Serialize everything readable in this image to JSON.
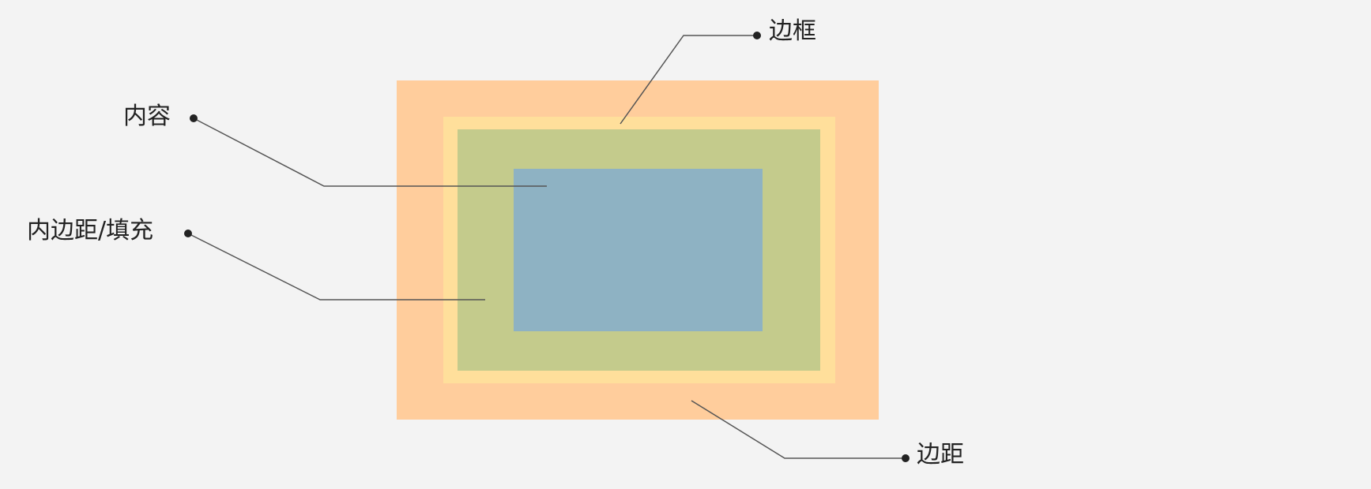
{
  "labels": {
    "border": "边框",
    "content": "内容",
    "padding": "内边距/填充",
    "margin": "边距"
  },
  "colors": {
    "background": "#f3f3f3",
    "margin": "#ffcd9c",
    "border": "#ffdf9b",
    "padding": "#c4cb8c",
    "content": "#8eb2c3",
    "leader": "#555555",
    "text": "#222222"
  }
}
